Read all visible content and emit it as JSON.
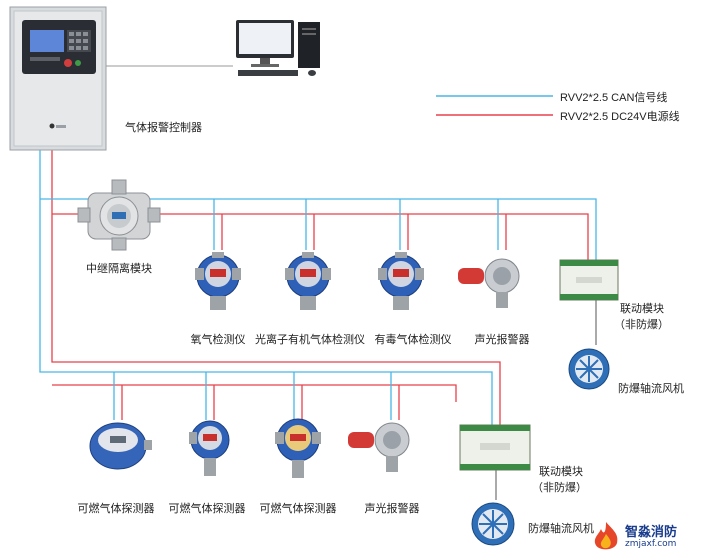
{
  "legend": {
    "signal_line": "RVV2*2.5 CAN信号线",
    "power_line": "RVV2*2.5 DC24V电源线",
    "signal_color": "#49b6e6",
    "power_color": "#e8414b"
  },
  "controller": {
    "label": "气体报警控制器"
  },
  "row1": {
    "isolation_module": "中继隔离模块",
    "oxygen_detector": "氧气检测仪",
    "pid_detector": "光离子有机气体检测仪",
    "toxic_detector": "有毒气体检测仪",
    "sound_light_alarm": "声光报警器",
    "linkage_module": "联动模块",
    "linkage_note": "（非防爆）",
    "fan": "防爆轴流风机"
  },
  "row2": {
    "combustible_1": "可燃气体探测器",
    "combustible_2": "可燃气体探测器",
    "combustible_3": "可燃气体探测器",
    "sound_light_alarm": "声光报警器",
    "linkage_module": "联动模块",
    "linkage_note": "（非防爆）",
    "fan": "防爆轴流风机"
  },
  "watermark": {
    "name": "智淼消防",
    "url": "zmjaxf.com"
  }
}
